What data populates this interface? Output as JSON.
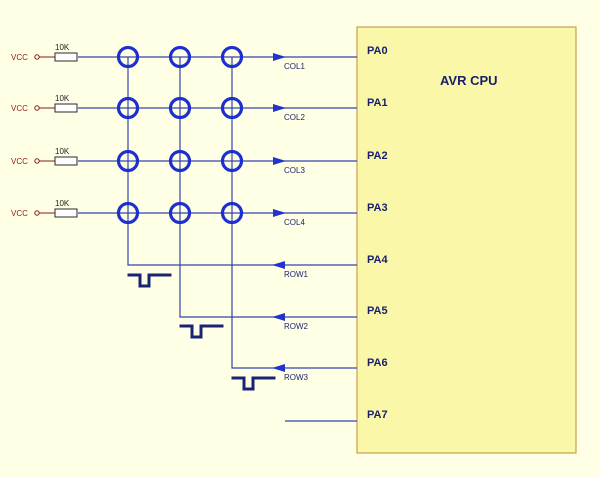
{
  "cpu": {
    "label": "AVR CPU"
  },
  "pins": [
    "PA0",
    "PA1",
    "PA2",
    "PA3",
    "PA4",
    "PA5",
    "PA6",
    "PA7"
  ],
  "columns": [
    {
      "source": "VCC",
      "resistor": "10K",
      "signal": "COL1"
    },
    {
      "source": "VCC",
      "resistor": "10K",
      "signal": "COL2"
    },
    {
      "source": "VCC",
      "resistor": "10K",
      "signal": "COL3"
    },
    {
      "source": "VCC",
      "resistor": "10K",
      "signal": "COL4"
    }
  ],
  "rows": [
    {
      "signal": "ROW1"
    },
    {
      "signal": "ROW2"
    },
    {
      "signal": "ROW3"
    }
  ],
  "colors": {
    "background": "#FFFFE6",
    "cpu_fill": "#FAF7A8",
    "cpu_border": "#C9A04A",
    "wire": "#3344AA",
    "node": "#1E2FD0",
    "vcc": "#8B1A1A",
    "text": "#1A1F6B"
  }
}
